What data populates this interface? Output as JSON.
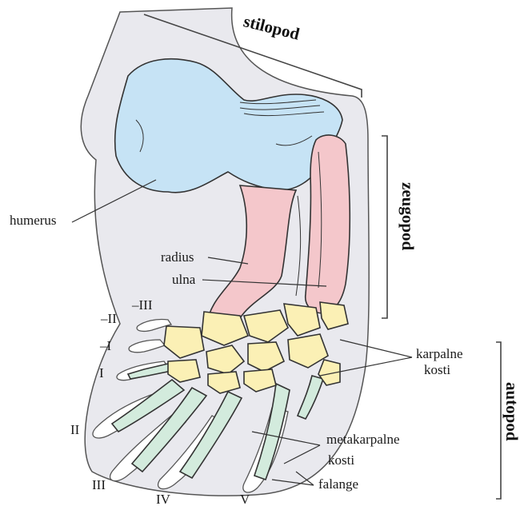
{
  "segments": {
    "stilopod": "stilopod",
    "zeugopod": "zeugopod",
    "autopod": "autopod"
  },
  "bones": {
    "humerus": "humerus",
    "radius": "radius",
    "ulna": "ulna",
    "carpal_1": "karpalne",
    "carpal_2": "kosti",
    "metacarpal_1": "metakarpalne",
    "metacarpal_2": "kosti",
    "phalanges": "falange"
  },
  "digits": {
    "d_neg3": "–III",
    "d_neg2": "–II",
    "d_neg1": "–I",
    "d1": "I",
    "d2": "II",
    "d3": "III",
    "d4": "IV",
    "d5": "V"
  },
  "colors": {
    "humerus": "#c6e3f5",
    "radius_ulna": "#f4c7cb",
    "carpals": "#fbf0b5",
    "metacarpals": "#d3ebdd",
    "body": "#e9e9ee"
  }
}
